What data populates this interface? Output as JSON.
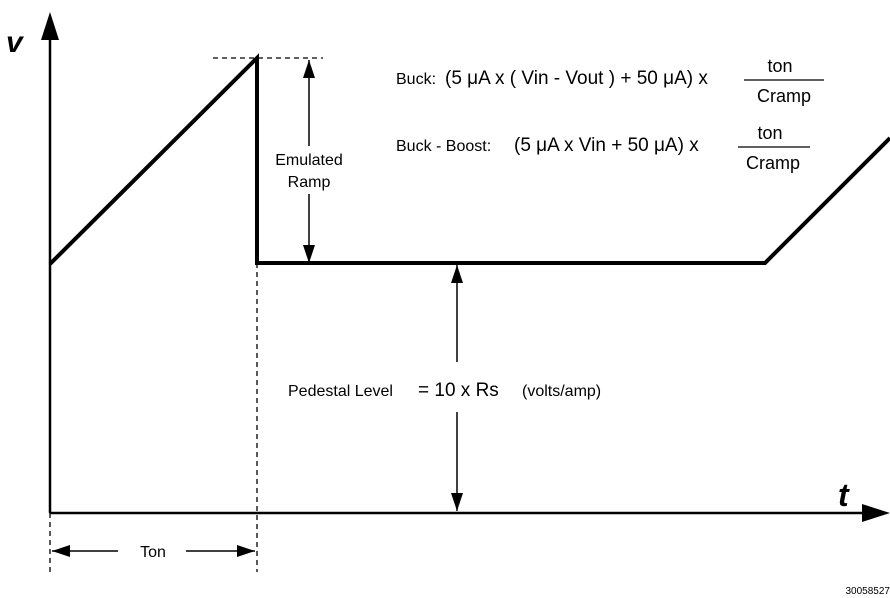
{
  "axes": {
    "y_label": "v",
    "x_label": "t"
  },
  "labels": {
    "emulated_ramp_line1": "Emulated",
    "emulated_ramp_line2": "Ramp",
    "ton": "Ton",
    "pedestal_text": "Pedestal Level",
    "pedestal_eq": "= 10 x Rs",
    "pedestal_units": "(volts/amp)",
    "figure_id": "30058527"
  },
  "formulas": {
    "buck": {
      "prefix": "Buck:",
      "expression": "(5 μA x ( Vin - Vout ) + 50 μA) x",
      "numerator": "ton",
      "denominator": "Cramp"
    },
    "buck_boost": {
      "prefix": "Buck - Boost:",
      "expression": "(5 μA x Vin + 50 μA) x",
      "numerator": "ton",
      "denominator": "Cramp"
    }
  },
  "colors": {
    "ink": "#000000",
    "background": "#ffffff"
  }
}
